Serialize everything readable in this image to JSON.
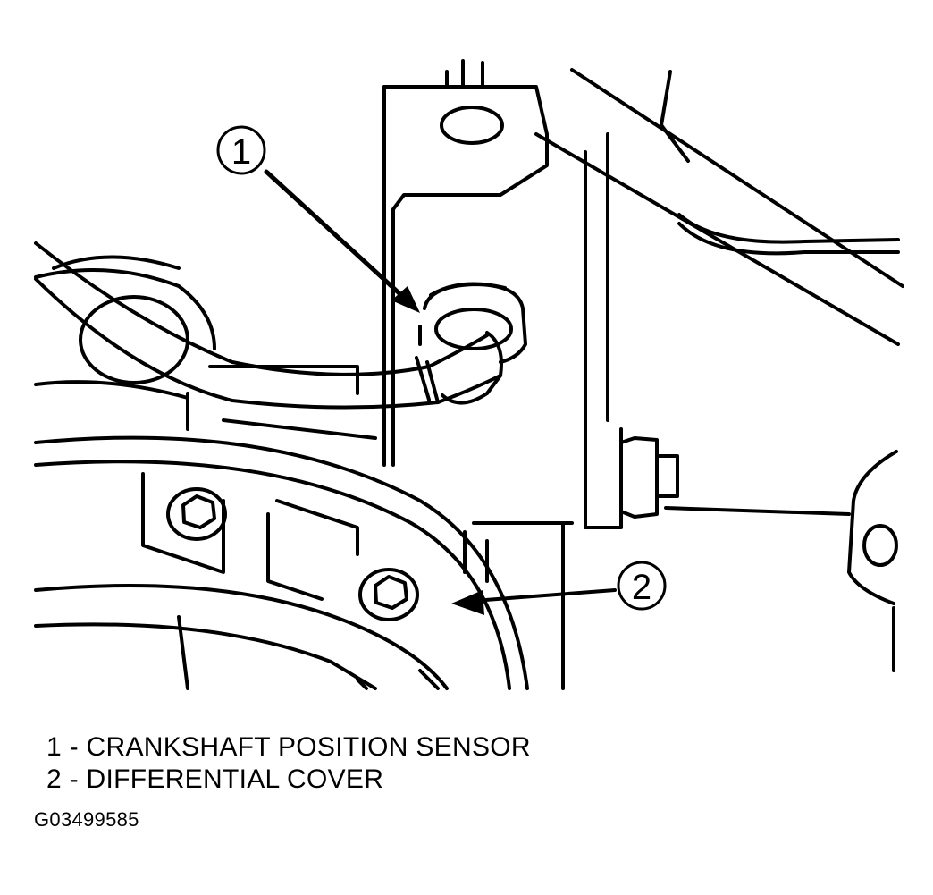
{
  "callouts": [
    {
      "number": "1",
      "label": "CRANKSHAFT POSITION SENSOR"
    },
    {
      "number": "2",
      "label": "DIFFERENTIAL COVER"
    }
  ],
  "legend": {
    "item1": "1 - CRANKSHAFT POSITION SENSOR",
    "item2": "2 - DIFFERENTIAL COVER"
  },
  "figure_id": "G03499585",
  "colors": {
    "line": "#000000",
    "background": "#ffffff"
  }
}
